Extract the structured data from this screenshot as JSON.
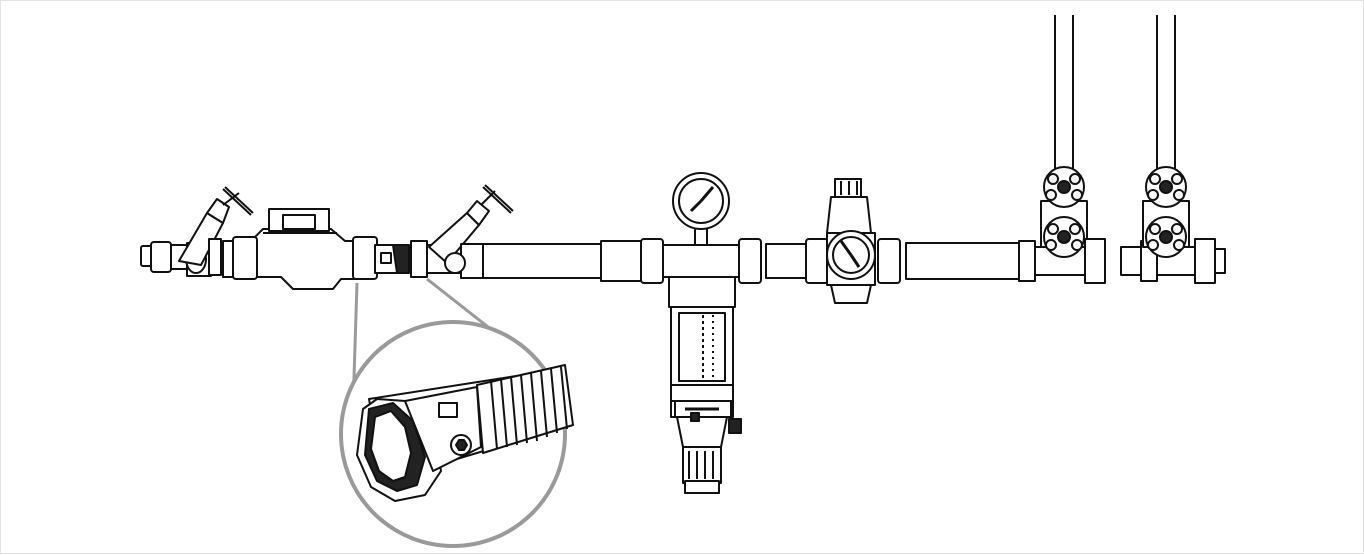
{
  "diagram": {
    "kind": "plumbing-installation-illustration",
    "components": [
      {
        "name": "inlet-stop-valve-left",
        "icon": "angle-valve-icon"
      },
      {
        "name": "water-meter",
        "icon": "water-meter-icon"
      },
      {
        "name": "stop-valve-right",
        "icon": "angle-valve-icon"
      },
      {
        "name": "filter-with-pressure-gauge",
        "icon": "filter-icon"
      },
      {
        "name": "pressure-reducer-with-gauge",
        "icon": "pressure-gauge-icon"
      },
      {
        "name": "branch-valve-1",
        "icon": "wheel-valve-icon"
      },
      {
        "name": "branch-valve-2",
        "icon": "wheel-valve-icon"
      },
      {
        "name": "detail-magnifier",
        "icon": "magnifier-icon"
      }
    ],
    "colors": {
      "line": "#111111",
      "fill": "#ffffff",
      "callout": "#9a9a9a",
      "shade": "#222222"
    }
  }
}
